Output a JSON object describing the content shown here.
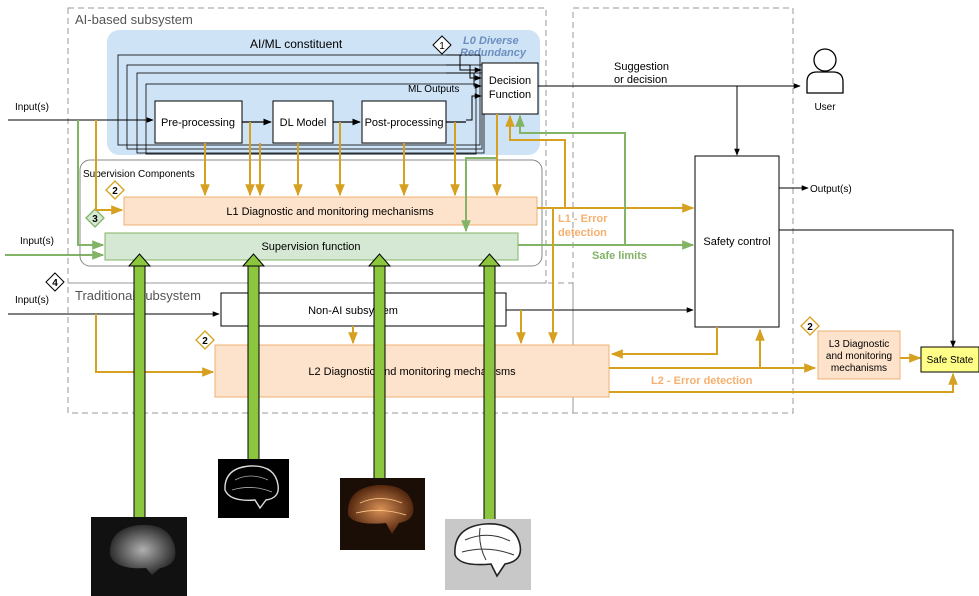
{
  "labels": {
    "ai_subsystem": "AI-based subsystem",
    "aiml_constituent": "AI/ML constituent",
    "l0_line1": "L0 Diverse",
    "l0_line2": "Redundancy",
    "badge_1": "1",
    "badge_2": "2",
    "badge_3": "3",
    "badge_4": "4",
    "preprocessing": "Pre-processing",
    "dl_model": "DL Model",
    "postprocessing": "Post-processing",
    "ml_outputs": "ML Outputs",
    "decision_function_line1": "Decision",
    "decision_function_line2": "Function",
    "suggestion_line1": "Suggestion",
    "suggestion_line2": "or decision",
    "user": "User",
    "input_main": "Input(s)",
    "input_supervision": "Input(s)",
    "input_traditional": "Input(s)",
    "supervision_components": "Supervision Components",
    "l1_diag": "L1 Diagnostic and monitoring mechanisms",
    "supervision_function": "Supervision function",
    "l1_error_line1": "L1 - Error",
    "l1_error_line2": "detection",
    "safe_limits": "Safe limits",
    "safety_control": "Safety control",
    "outputs": "Output(s)",
    "traditional_subsystem": "Traditional subsystem",
    "non_ai_subsystem": "Non-AI subsystem",
    "l2_diag": "L2 Diagnostic and monitoring mechanisms",
    "l2_error": "L2 - Error detection",
    "l3_line1": "L3 Diagnostic",
    "l3_line2": "and monitoring",
    "l3_line3": "mechanisms",
    "safe_state": "Safe State"
  },
  "colors": {
    "orange_line": "#d6a020",
    "orange_fill": "#fde3cc",
    "orange_stroke": "#f0b070",
    "green_line": "#82b366",
    "green_fill": "#d5e8d4",
    "green_arrow": "#8cc63f",
    "blue_fill": "#cfe3f7",
    "blue_text": "#6c8ebf",
    "l1_error_text": "#f5b070",
    "l2_error_text": "#f5b070",
    "safe_limits_text": "#82b366",
    "yellow_fill": "#ffff88"
  },
  "icons": {
    "user": "user-icon",
    "brains": [
      "brain-image",
      "brain-image",
      "brain-image",
      "brain-image"
    ]
  }
}
